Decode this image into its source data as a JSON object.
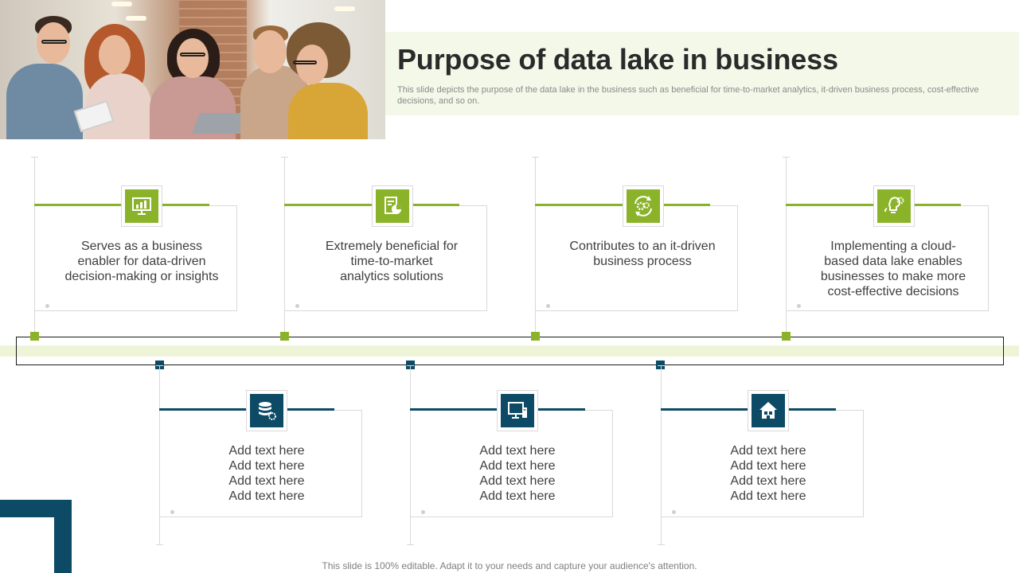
{
  "header": {
    "title": "Purpose of data lake in business",
    "subtitle": "This slide depicts the purpose of the data lake in the business such as beneficial for time-to-market analytics, it-driven business process, cost-effective decisions, and so on."
  },
  "top_cards": [
    {
      "icon": "presentation-chart-icon",
      "text": "Serves as a business\nenabler for data-driven\ndecision-making or insights"
    },
    {
      "icon": "analytics-document-icon",
      "text": "Extremely beneficial for\ntime-to-market\nanalytics solutions"
    },
    {
      "icon": "gears-cycle-icon",
      "text": "Contributes to an it-driven\nbusiness process"
    },
    {
      "icon": "lightbulb-gear-icon",
      "text": "Implementing  a cloud-\nbased data lake enables\nbusinesses to make more\ncost-effective decisions"
    }
  ],
  "bottom_cards": [
    {
      "icon": "database-gear-icon",
      "text": "Add text here\nAdd text here\nAdd text here\nAdd text here"
    },
    {
      "icon": "computer-monitor-icon",
      "text": "Add text here\nAdd text here\nAdd text here\nAdd text here"
    },
    {
      "icon": "house-icon",
      "text": "Add text here\nAdd text here\nAdd text here\nAdd text here"
    }
  ],
  "footer": {
    "text": "This slide is 100% editable. Adapt it to your needs and capture your audience's attention."
  },
  "colors": {
    "accent_green": "#8bb32a",
    "accent_navy": "#0d4a66",
    "title_band": "#f4f8e9"
  }
}
